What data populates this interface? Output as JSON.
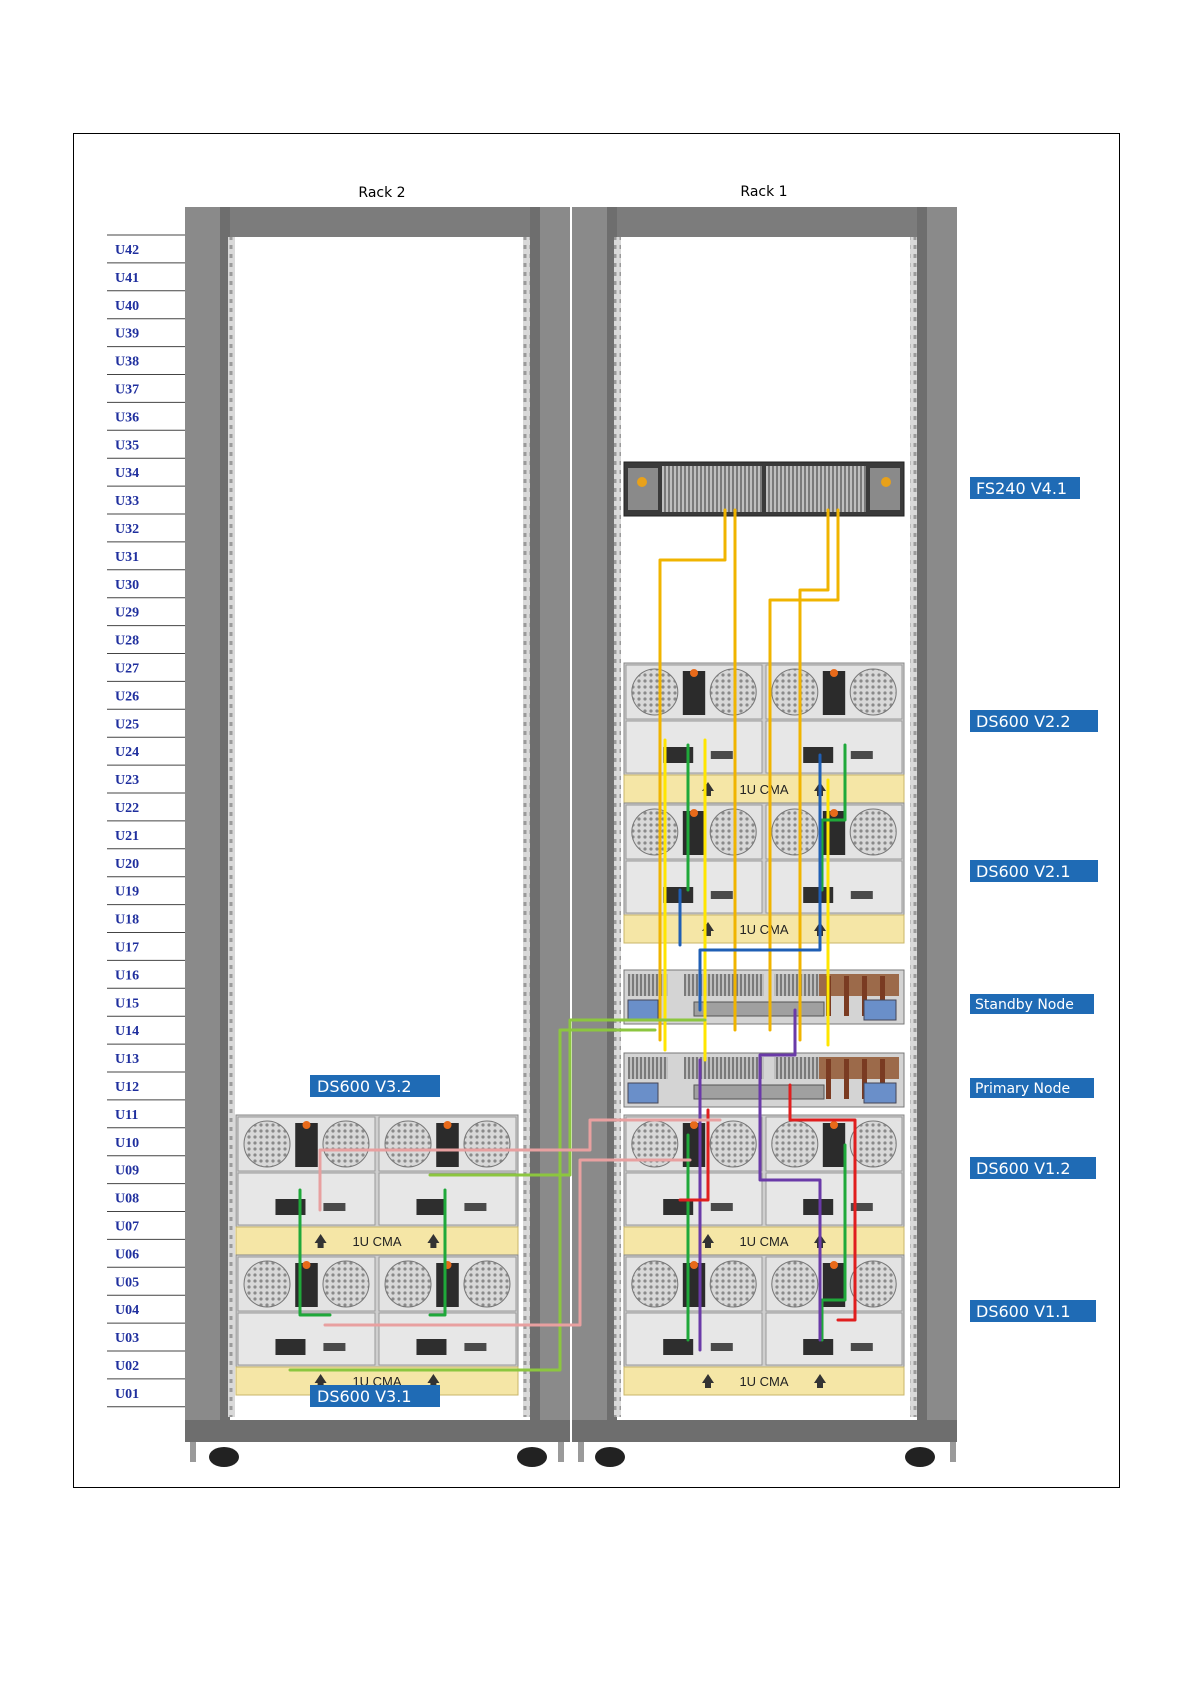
{
  "racks": [
    {
      "id": "rack-2",
      "title": "Rack 2"
    },
    {
      "id": "rack-1",
      "title": "Rack 1"
    }
  ],
  "units": [
    "U42",
    "U41",
    "U40",
    "U39",
    "U38",
    "U37",
    "U36",
    "U35",
    "U34",
    "U33",
    "U32",
    "U31",
    "U30",
    "U29",
    "U28",
    "U27",
    "U26",
    "U25",
    "U24",
    "U23",
    "U22",
    "U21",
    "U20",
    "U19",
    "U18",
    "U17",
    "U16",
    "U15",
    "U14",
    "U13",
    "U12",
    "U11",
    "U10",
    "U09",
    "U08",
    "U07",
    "U06",
    "U05",
    "U04",
    "U03",
    "U02",
    "U01"
  ],
  "devices": {
    "fs240_v41": "FS240 V4.1",
    "ds600_v22": "DS600 V2.2",
    "ds600_v21": "DS600 V2.1",
    "standby_node": "Standby Node",
    "primary_node": "Primary Node",
    "ds600_v12": "DS600 V1.2",
    "ds600_v11": "DS600 V1.1",
    "ds600_v32": "DS600 V3.2",
    "ds600_v31": "DS600 V3.1"
  },
  "cma_label": "1U CMA",
  "colors": {
    "rack_frame": "#8a8a8a",
    "rack_frame_dark": "#5e5e5e",
    "tag_blue": "#1f6bb5",
    "cma_yellow": "#f5e6a6",
    "cable_yellow_orange": "#f0b400",
    "cable_yellow": "#ffe600",
    "cable_green": "#1fa83a",
    "cable_lime": "#8cc63f",
    "cable_blue": "#1f5fb5",
    "cable_purple": "#6a3aa8",
    "cable_red": "#e01e1e",
    "cable_pink": "#e8a0a0"
  }
}
